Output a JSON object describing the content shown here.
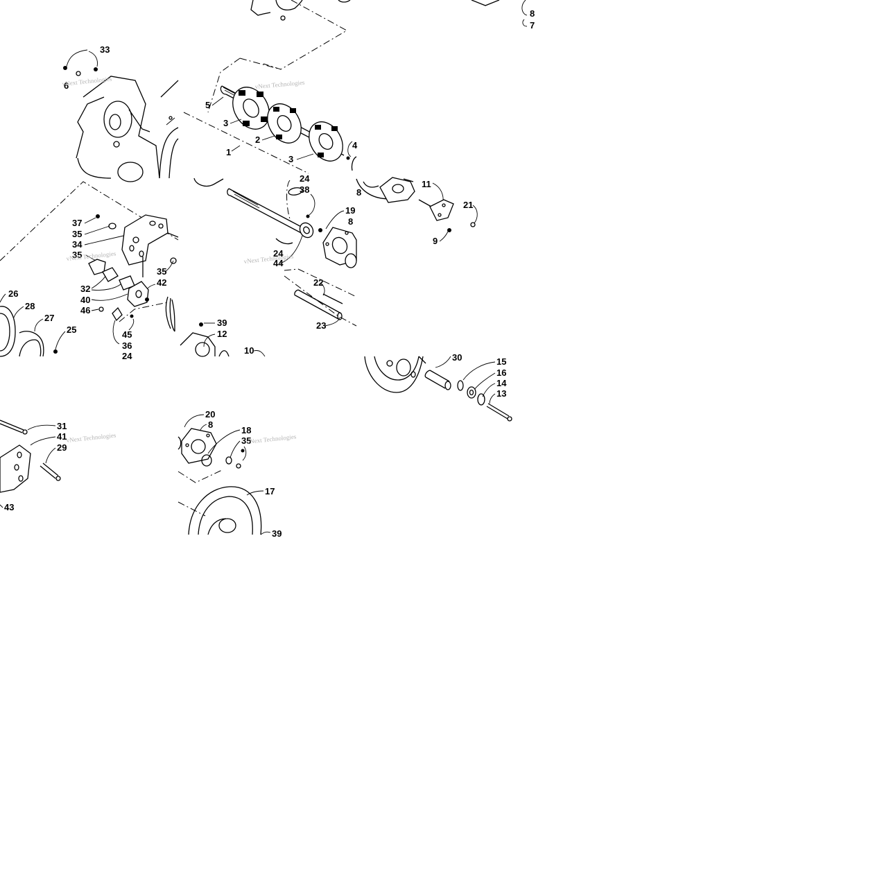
{
  "diagram": {
    "watermark": "vNext Technologies",
    "callouts": [
      {
        "id": "c33",
        "text": "33"
      },
      {
        "id": "c6",
        "text": "6"
      },
      {
        "id": "c5",
        "text": "5"
      },
      {
        "id": "c3a",
        "text": "3"
      },
      {
        "id": "c2",
        "text": "2"
      },
      {
        "id": "c1",
        "text": "1"
      },
      {
        "id": "c3b",
        "text": "3"
      },
      {
        "id": "c4",
        "text": "4"
      },
      {
        "id": "c24a",
        "text": "24"
      },
      {
        "id": "c38",
        "text": "38"
      },
      {
        "id": "c19",
        "text": "19"
      },
      {
        "id": "c8a",
        "text": "8"
      },
      {
        "id": "c11",
        "text": "11"
      },
      {
        "id": "c21",
        "text": "21"
      },
      {
        "id": "c9",
        "text": "9"
      },
      {
        "id": "c8top",
        "text": "8"
      },
      {
        "id": "c7",
        "text": "7"
      },
      {
        "id": "c37",
        "text": "37"
      },
      {
        "id": "c35a",
        "text": "35"
      },
      {
        "id": "c34",
        "text": "34"
      },
      {
        "id": "c35b",
        "text": "35"
      },
      {
        "id": "c35c",
        "text": "35"
      },
      {
        "id": "c32",
        "text": "32"
      },
      {
        "id": "c42",
        "text": "42"
      },
      {
        "id": "c40",
        "text": "40"
      },
      {
        "id": "c46",
        "text": "46"
      },
      {
        "id": "c45",
        "text": "45"
      },
      {
        "id": "c36",
        "text": "36"
      },
      {
        "id": "c26",
        "text": "26"
      },
      {
        "id": "c28",
        "text": "28"
      },
      {
        "id": "c27",
        "text": "27"
      },
      {
        "id": "c25",
        "text": "25"
      },
      {
        "id": "c24b",
        "text": "24"
      },
      {
        "id": "c24c",
        "text": "24"
      },
      {
        "id": "c44",
        "text": "44"
      },
      {
        "id": "c22",
        "text": "22"
      },
      {
        "id": "c23",
        "text": "23"
      },
      {
        "id": "c39a",
        "text": "39"
      },
      {
        "id": "c12",
        "text": "12"
      },
      {
        "id": "c10",
        "text": "10"
      },
      {
        "id": "c30",
        "text": "30"
      },
      {
        "id": "c15",
        "text": "15"
      },
      {
        "id": "c16",
        "text": "16"
      },
      {
        "id": "c14",
        "text": "14"
      },
      {
        "id": "c13",
        "text": "13"
      },
      {
        "id": "c31",
        "text": "31"
      },
      {
        "id": "c41",
        "text": "41"
      },
      {
        "id": "c29",
        "text": "29"
      },
      {
        "id": "c43",
        "text": "43"
      },
      {
        "id": "c20",
        "text": "20"
      },
      {
        "id": "c8b",
        "text": "8"
      },
      {
        "id": "c18",
        "text": "18"
      },
      {
        "id": "c35d",
        "text": "35"
      },
      {
        "id": "c17",
        "text": "17"
      },
      {
        "id": "c39b",
        "text": "39"
      }
    ]
  }
}
